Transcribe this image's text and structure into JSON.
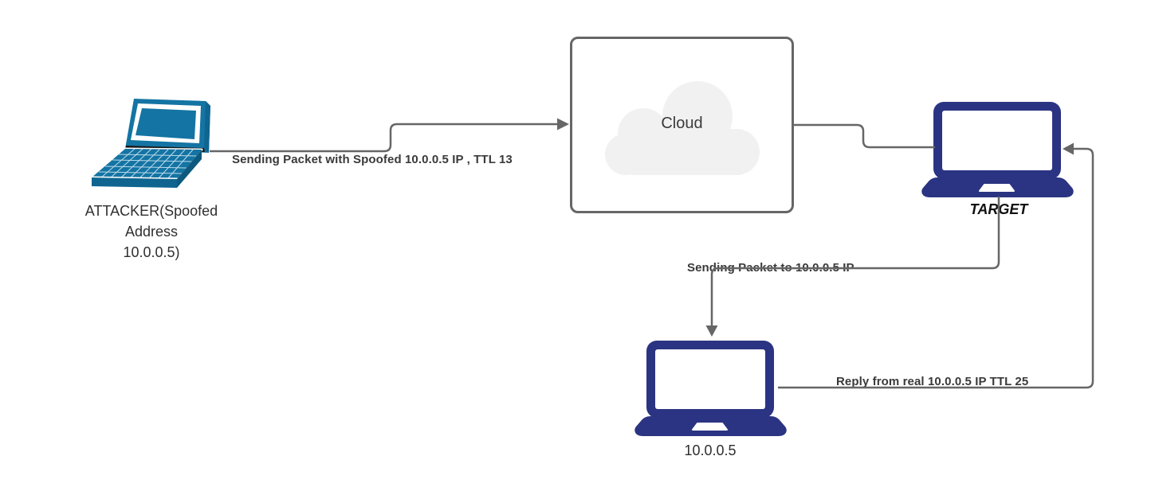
{
  "diagram": {
    "nodes": {
      "attacker": {
        "icon": "laptop-3d-icon",
        "label": "ATTACKER(Spoofed\nAddress\n10.0.0.5)"
      },
      "cloud": {
        "icon": "cloud-icon",
        "label": "Cloud"
      },
      "target": {
        "icon": "laptop-icon",
        "label": "TARGET"
      },
      "real_host": {
        "icon": "laptop-icon",
        "label": "10.0.0.5"
      }
    },
    "edges": [
      {
        "id": "attacker-to-cloud",
        "from": "attacker",
        "to": "cloud",
        "arrow": "end",
        "label": "Sending Packet with Spoofed 10.0.0.5 IP , TTL 13"
      },
      {
        "id": "cloud-to-target",
        "from": "cloud",
        "to": "target",
        "arrow": "none",
        "label": ""
      },
      {
        "id": "target-to-real-host",
        "from": "target",
        "to": "real_host",
        "arrow": "end",
        "label": "Sending Packet to 10.0.0.5 IP"
      },
      {
        "id": "real-host-to-target",
        "from": "real_host",
        "to": "target",
        "arrow": "end",
        "label": "Reply from real 10.0.0.5 IP TTL 25"
      }
    ],
    "colors": {
      "connector": "#666666",
      "edge_label_text": "#3a3a3a",
      "node_label_text": "#2f2f2f",
      "laptop_navy": "#2b3482",
      "attacker_teal": "#1474a3",
      "attacker_teal_dark": "#0f6590",
      "cloud_fill": "#f1f1f2",
      "cloud_box_border": "#666666",
      "background": "#ffffff"
    }
  }
}
